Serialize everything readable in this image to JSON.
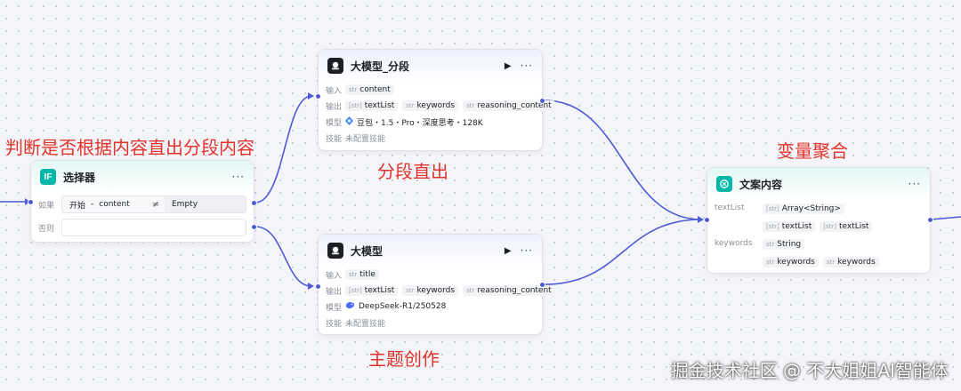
{
  "annotations": {
    "left": "判断是否根据内容直出分段内容",
    "split": "分段直出",
    "topic": "主题创作",
    "aggregate": "变量聚合"
  },
  "watermark": "掘金技术社区 @ 不大姐姐AI智能体",
  "selector_node": {
    "icon": "IF",
    "title": "选择器",
    "more": "···",
    "if_label": "如果",
    "cond_source": "开始",
    "cond_sep": "-",
    "cond_var": "content",
    "cond_op": "≠",
    "cond_value": "Empty",
    "else_label": "否则"
  },
  "llm_split": {
    "title": "大模型_分段",
    "run": "▶",
    "more": "···",
    "input_label": "输入",
    "input_type": "str",
    "input_name": "content",
    "output_label": "输出",
    "outputs": [
      {
        "type": "[str]",
        "name": "textList"
      },
      {
        "type": "str",
        "name": "keywords"
      },
      {
        "type": "str",
        "name": "reasoning_content"
      }
    ],
    "model_label": "模型",
    "model_text": "豆包・1.5・Pro・深度思考・128K",
    "skill_label": "技能",
    "skill_text": "未配置技能"
  },
  "llm_topic": {
    "title": "大模型",
    "run": "▶",
    "more": "···",
    "input_label": "输入",
    "input_type": "str",
    "input_name": "title",
    "output_label": "输出",
    "outputs": [
      {
        "type": "[str]",
        "name": "textList"
      },
      {
        "type": "str",
        "name": "keywords"
      },
      {
        "type": "str",
        "name": "reasoning_content"
      }
    ],
    "model_label": "模型",
    "model_text": "DeepSeek-R1/250528",
    "skill_label": "技能",
    "skill_text": "未配置技能"
  },
  "aggregator": {
    "title": "文案内容",
    "more": "···",
    "groups": [
      {
        "label": "textList",
        "type_tag": {
          "type": "[str]",
          "name": "Array<String>"
        },
        "vars": [
          {
            "type": "[str]",
            "name": "textList"
          },
          {
            "type": "[str]",
            "name": "textList"
          }
        ]
      },
      {
        "label": "keywords",
        "type_tag": {
          "type": "str",
          "name": "String"
        },
        "vars": [
          {
            "type": "str",
            "name": "keywords"
          },
          {
            "type": "str",
            "name": "keywords"
          }
        ]
      }
    ]
  },
  "colors": {
    "edge": "#4e5ad6",
    "annotation": "#e3322b",
    "teal": "#00b8a9"
  }
}
